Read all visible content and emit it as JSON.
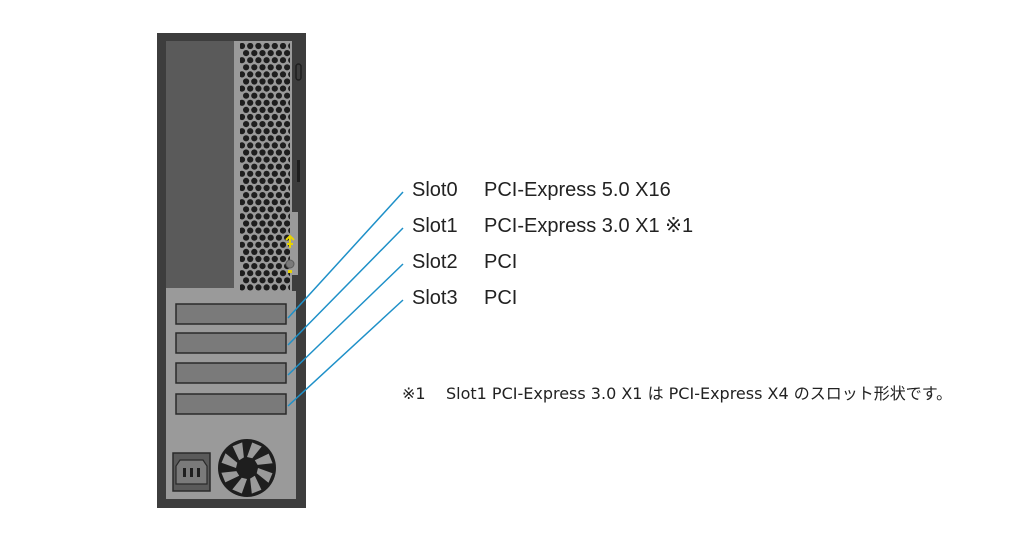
{
  "slots": [
    {
      "name": "Slot0",
      "type": "PCI-Express 5.0 X16"
    },
    {
      "name": "Slot1",
      "type": "PCI-Express 3.0 X1 ※1"
    },
    {
      "name": "Slot2",
      "type": "PCI"
    },
    {
      "name": "Slot3",
      "type": "PCI"
    }
  ],
  "footnote": {
    "mark": "※1",
    "text": "Slot1 PCI-Express 3.0 X1 は PCI-Express X4 のスロット形状です。"
  },
  "colors": {
    "case_outer": "#3d3d3d",
    "case_panel": "#9a9a9a",
    "slot_fill": "#7a7a7a",
    "leader_line": "#1e90c8",
    "indicator_yellow": "#e8d400"
  },
  "icons": {
    "power_inlet": "power-inlet-icon",
    "fan": "fan-grille-icon"
  }
}
